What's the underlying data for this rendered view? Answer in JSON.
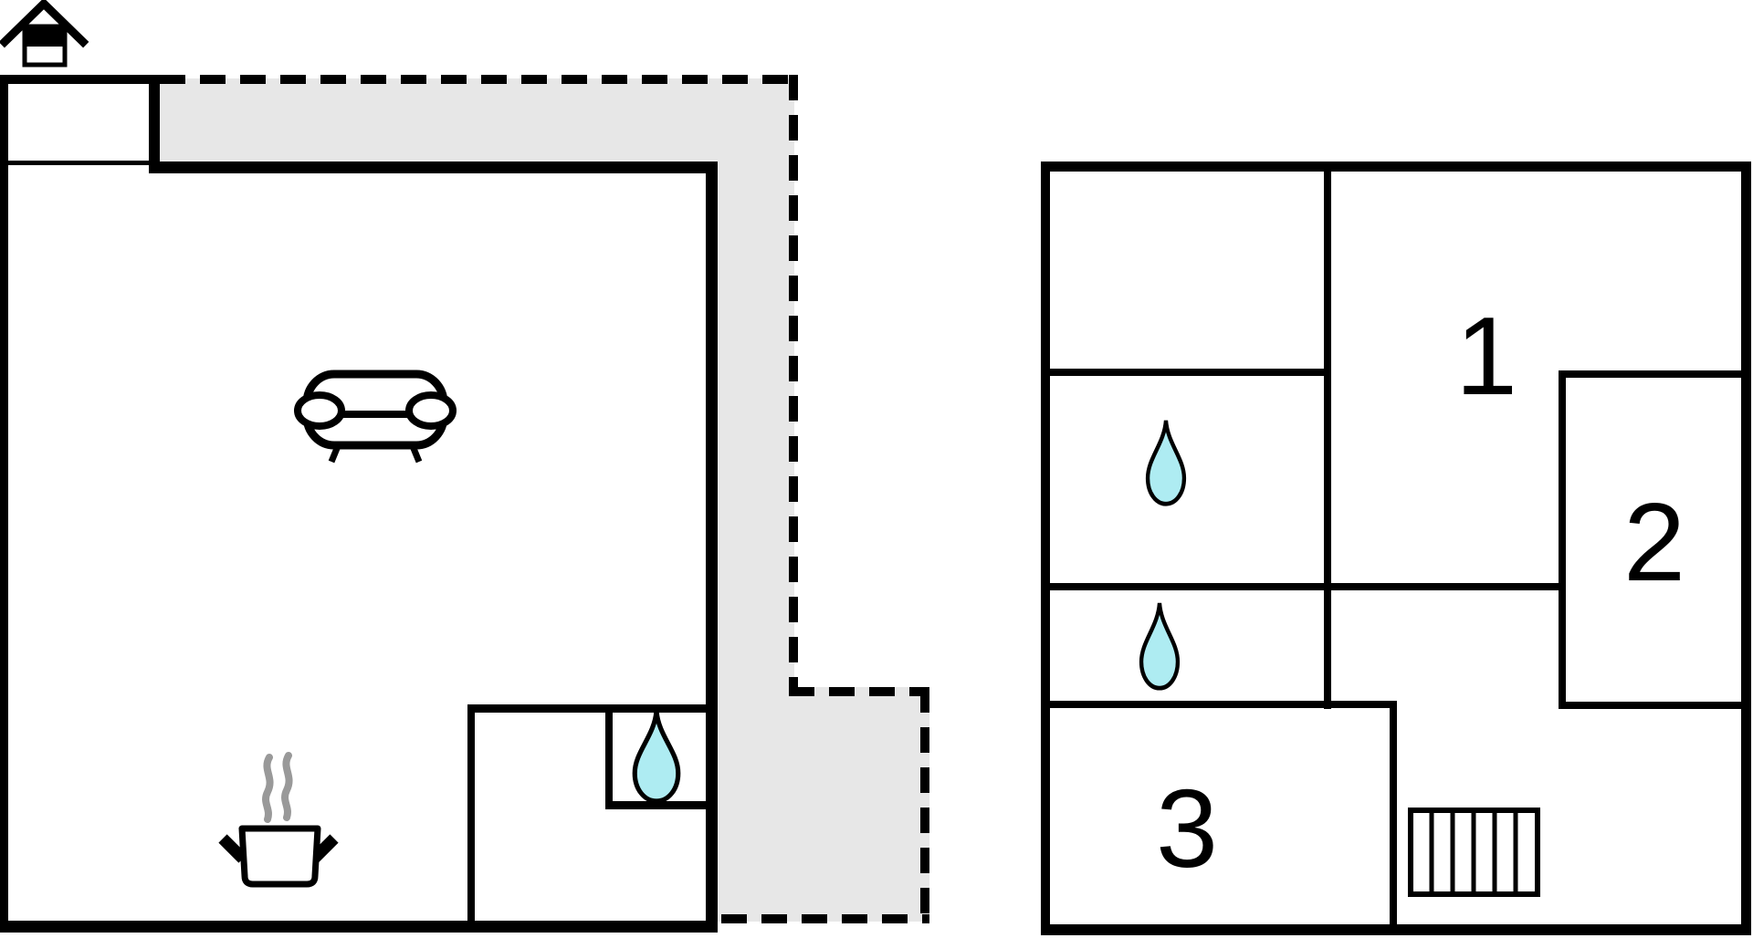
{
  "colors": {
    "background": "#ffffff",
    "walls": "#000000",
    "terrace": "#e7e7e7",
    "water_drop_fill": "#aeecf2",
    "water_drop_outline": "#000000",
    "steam": "#999999",
    "room_label": "#000000"
  },
  "left_plan": {
    "name": "ground-floor-plan",
    "icons": [
      {
        "name": "entrance-house-icon"
      },
      {
        "name": "sofa-icon"
      },
      {
        "name": "cooking-pot-icon"
      },
      {
        "name": "water-drop-icon"
      }
    ],
    "terrace": {
      "style": "dashed-outline"
    }
  },
  "right_plan": {
    "name": "upper-floor-plan",
    "room_labels": [
      {
        "label": "1"
      },
      {
        "label": "2"
      },
      {
        "label": "3"
      }
    ],
    "icons": [
      {
        "name": "water-drop-icon"
      },
      {
        "name": "water-drop-icon"
      },
      {
        "name": "stairs-icon"
      }
    ]
  }
}
